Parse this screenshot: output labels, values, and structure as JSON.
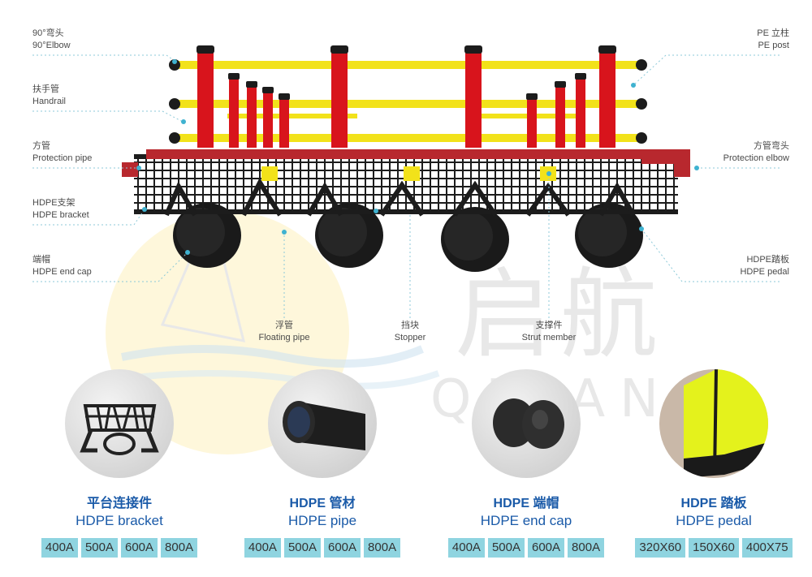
{
  "callouts": {
    "elbow": {
      "cn": "90°弯头",
      "en": "90°Elbow"
    },
    "handrail": {
      "cn": "扶手管",
      "en": "Handrail"
    },
    "protection_pipe": {
      "cn": "方管",
      "en": "Protection pipe"
    },
    "bracket": {
      "cn": "HDPE支架",
      "en": "HDPE bracket"
    },
    "end_cap": {
      "cn": "端帽",
      "en": "HDPE end cap"
    },
    "post": {
      "cn": "PE 立柱",
      "en": "PE post"
    },
    "protection_elbow": {
      "cn": "方管弯头",
      "en": "Protection elbow"
    },
    "pedal": {
      "cn": "HDPE踏板",
      "en": "HDPE pedal"
    },
    "floating_pipe": {
      "cn": "浮管",
      "en": "Floating pipe"
    },
    "stopper": {
      "cn": "挡块",
      "en": "Stopper"
    },
    "strut": {
      "cn": "支撑件",
      "en": "Strut member"
    }
  },
  "watermark": {
    "cn": "启航",
    "en": "QIHANG"
  },
  "products": [
    {
      "cn": "平台连接件",
      "en": "HDPE bracket",
      "sizes": [
        "400A",
        "500A",
        "600A",
        "800A"
      ]
    },
    {
      "cn": "HDPE 管材",
      "en": "HDPE pipe",
      "sizes": [
        "400A",
        "500A",
        "600A",
        "800A"
      ]
    },
    {
      "cn": "HDPE 端帽",
      "en": "HDPE end cap",
      "sizes": [
        "400A",
        "500A",
        "600A",
        "800A"
      ]
    },
    {
      "cn": "HDPE 踏板",
      "en": "HDPE pedal",
      "sizes": [
        "320X60",
        "150X60",
        "400X75"
      ]
    }
  ],
  "colors": {
    "handrail": "#f2e21a",
    "post": "#d8141c",
    "frame": "#1c1c1c",
    "stopper": "#f2e21a",
    "protection": "#b8282e",
    "title": "#1a5aa8",
    "size_bg": "#8fd4e0",
    "callout_dot": "#3fb2d0"
  }
}
